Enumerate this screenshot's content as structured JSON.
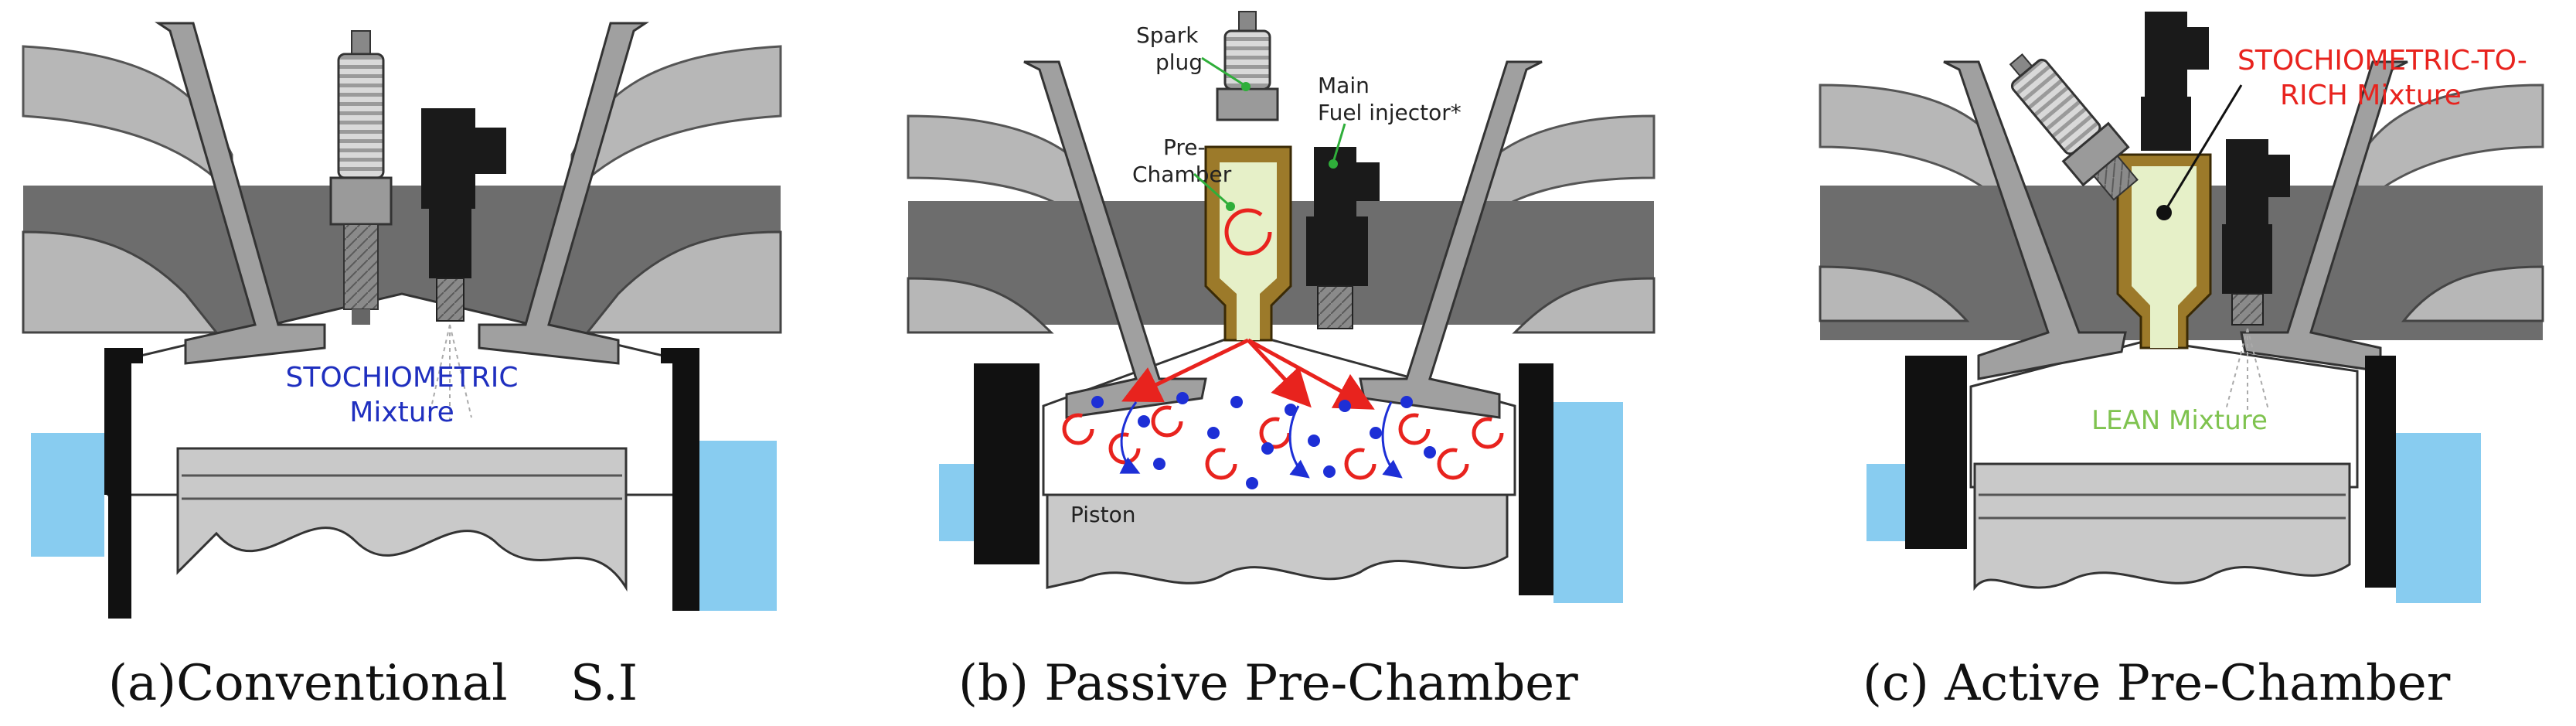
{
  "panels": [
    {
      "caption": "(a)Conventional    S.I",
      "mixture_line1": "STOCHIOMETRIC",
      "mixture_line2": "Mixture",
      "mixture_color": "#1f2fbf"
    },
    {
      "caption": "(b) Passive Pre-Chamber",
      "spark_line1": "Spark",
      "spark_line2": "plug",
      "prechamber_line1": "Pre-",
      "prechamber_line2": "Chamber",
      "injector_line1": "Main",
      "injector_line2": "Fuel injector*",
      "piston_label": "Piston",
      "leader_color": "#2fae3a"
    },
    {
      "caption": "(c) Active Pre-Chamber",
      "rich_line1": "STOCHIOMETRIC-TO-",
      "rich_line2": "RICH Mixture",
      "rich_color": "#e8231e",
      "lean_label": "LEAN Mixture",
      "lean_color": "#7fc34f"
    }
  ],
  "colors": {
    "head_gray": "#b7b7b7",
    "head_dark": "#6d6d6d",
    "chamber_white": "#ffffff",
    "piston_gray": "#c9c9c9",
    "coolant_blue": "#88ccf0",
    "liner_black": "#111111",
    "prechamber_brass": "#9c7a2a",
    "prechamber_fill": "#e6f0c8",
    "injector_black": "#1a1a1a",
    "vortex_red": "#e8231e",
    "dot_blue": "#1d2fd6"
  }
}
